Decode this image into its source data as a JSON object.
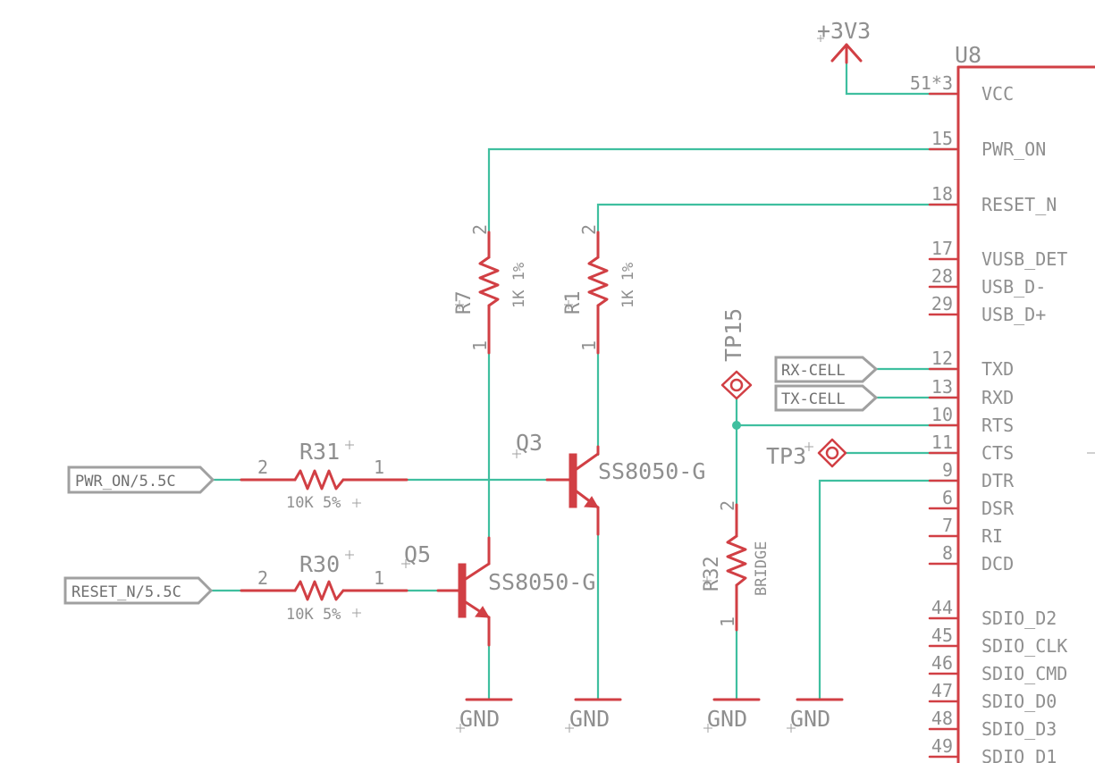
{
  "power": {
    "label": "+3V3"
  },
  "ic": {
    "ref": "U8",
    "pins": [
      {
        "num": "51*3",
        "name": "VCC"
      },
      {
        "num": "15",
        "name": "PWR_ON"
      },
      {
        "num": "18",
        "name": "RESET_N"
      },
      {
        "num": "17",
        "name": "VUSB_DET"
      },
      {
        "num": "28",
        "name": "USB_D-"
      },
      {
        "num": "29",
        "name": "USB_D+"
      },
      {
        "num": "12",
        "name": "TXD"
      },
      {
        "num": "13",
        "name": "RXD"
      },
      {
        "num": "10",
        "name": "RTS"
      },
      {
        "num": "11",
        "name": "CTS"
      },
      {
        "num": "9",
        "name": "DTR"
      },
      {
        "num": "6",
        "name": "DSR"
      },
      {
        "num": "7",
        "name": "RI"
      },
      {
        "num": "8",
        "name": "DCD"
      },
      {
        "num": "44",
        "name": "SDIO_D2"
      },
      {
        "num": "45",
        "name": "SDIO_CLK"
      },
      {
        "num": "46",
        "name": "SDIO_CMD"
      },
      {
        "num": "47",
        "name": "SDIO_D0"
      },
      {
        "num": "48",
        "name": "SDIO_D3"
      },
      {
        "num": "49",
        "name": "SDIO_D1"
      }
    ]
  },
  "resistors": [
    {
      "ref": "R7",
      "value": "1K 1%",
      "pin1": "1",
      "pin2": "2"
    },
    {
      "ref": "R1",
      "value": "1K 1%",
      "pin1": "1",
      "pin2": "2"
    },
    {
      "ref": "R31",
      "value": "10K 5%",
      "pin1": "1",
      "pin2": "2"
    },
    {
      "ref": "R30",
      "value": "10K 5%",
      "pin1": "1",
      "pin2": "2"
    },
    {
      "ref": "R32",
      "value": "BRIDGE",
      "pin1": "1",
      "pin2": "2"
    }
  ],
  "transistors": [
    {
      "ref": "Q3",
      "value": "SS8050-G"
    },
    {
      "ref": "Q5",
      "value": "SS8050-G"
    }
  ],
  "testpoints": [
    {
      "ref": "TP15"
    },
    {
      "ref": "TP3"
    }
  ],
  "net_labels": {
    "rx_cell": "RX-CELL",
    "tx_cell": "TX-CELL",
    "pwr_on": "PWR_ON/5.5C",
    "reset_n": "RESET_N/5.5C"
  },
  "grounds": [
    "GND",
    "GND",
    "GND",
    "GND"
  ],
  "colors": {
    "wire": "#3fbf9f",
    "part": "#d13f44",
    "text": "#8f8f8f",
    "flag": "#a0a0a0"
  }
}
